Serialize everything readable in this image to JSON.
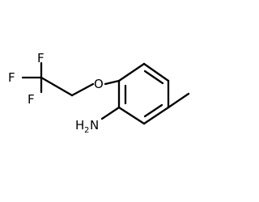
{
  "molecule": {
    "atoms": {
      "f_top": "F",
      "f_left": "F",
      "f_bottom": "F",
      "oxygen": "O",
      "amine_h": "H",
      "amine_h_count": "2",
      "amine_n": "N"
    },
    "colors": {
      "bond": "#000000",
      "label": "#000000",
      "background": "#ffffff"
    }
  }
}
